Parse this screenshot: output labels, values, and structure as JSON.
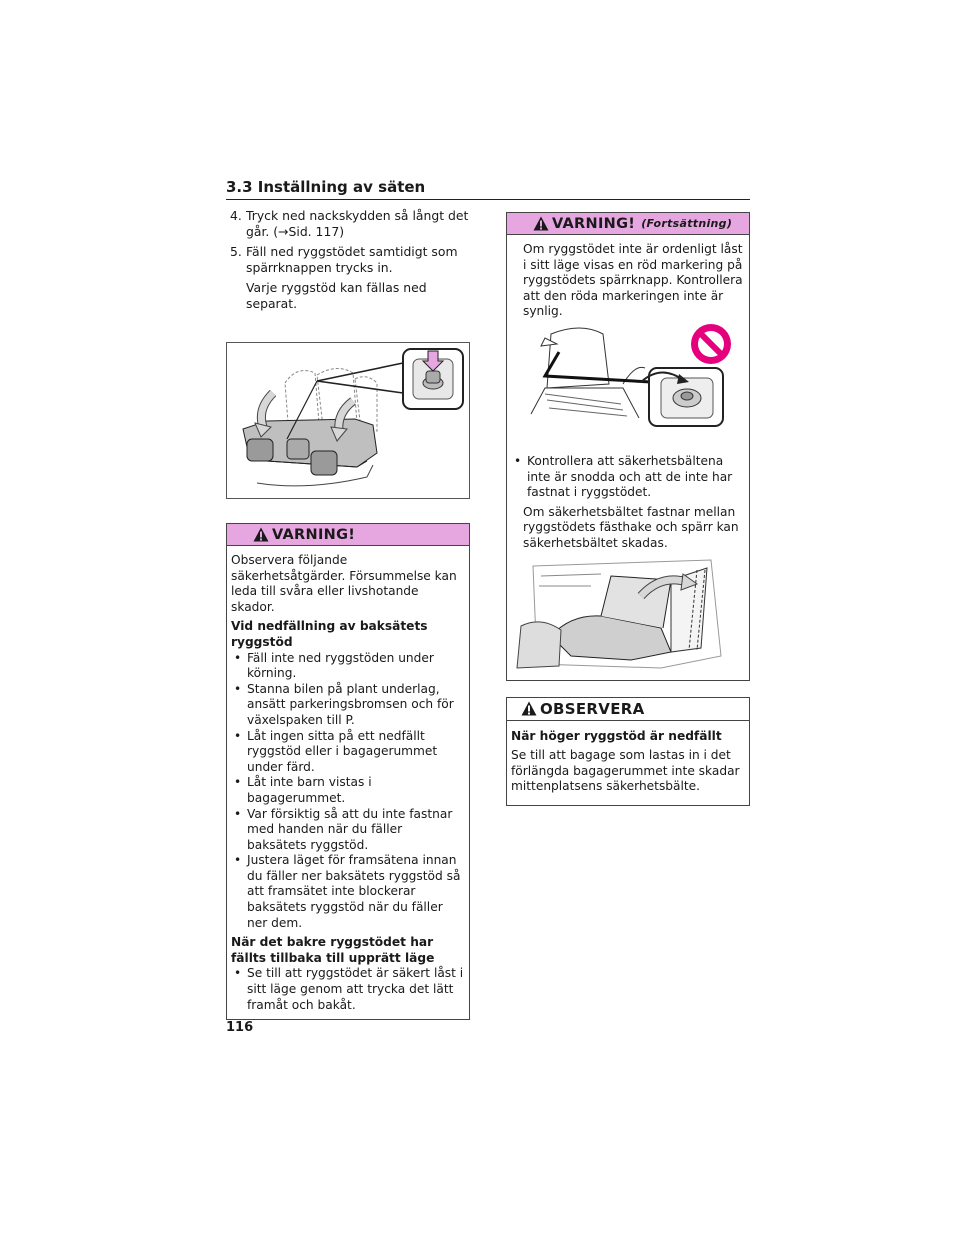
{
  "section": {
    "title": "3.3 Inställning av säten"
  },
  "steps": [
    {
      "num": "4.",
      "text": "Tryck ned nackskydden så långt det går. (→Sid. 117)"
    },
    {
      "num": "5.",
      "text": "Fäll ned ryggstödet samtidigt som spärrknappen trycks in.",
      "note": "Varje ryggstöd kan fällas ned separat."
    }
  ],
  "warning": {
    "title": "VARNING!",
    "intro": "Observera följande säkerhetsåtgärder. Försummelse kan leda till svåra eller livshotande skador.",
    "subhead1": "Vid nedfällning av baksätets ryggstöd",
    "bullets1": [
      "Fäll inte ned ryggstöden under körning.",
      "Stanna bilen på plant underlag, ansätt parkeringsbromsen och för växelspaken till P.",
      "Låt ingen sitta på ett nedfällt ryggstöd eller i bagagerummet under färd.",
      "Låt inte barn vistas i bagagerummet.",
      "Var försiktig så att du inte fastnar med handen när du fäller baksätets ryggstöd.",
      "Justera läget för framsätena innan du fäller ner baksätets ryggstöd så att framsätet inte blockerar baksätets ryggstöd när du fäller ner dem."
    ],
    "subhead2": "När det bakre ryggstödet har fällts tillbaka till upprätt läge",
    "bullets2": [
      "Se till att ryggstödet är säkert låst i sitt läge genom att trycka det lätt framåt och bakåt."
    ]
  },
  "warning_cont": {
    "title": "VARNING!",
    "suffix": "(Fortsättning)",
    "para1": "Om ryggstödet inte är ordenligt låst i sitt läge visas en röd markering på ryggstödets spärrknapp. Kontrollera att den röda markeringen inte är synlig.",
    "bullet": "Kontrollera att säkerhetsbältena inte är snodda och att de inte har fastnat i ryggstödet.",
    "para2": "Om säkerhetsbältet fastnar mellan ryggstödets fästhake och spärr kan säkerhetsbältet skadas."
  },
  "notice": {
    "title": "OBSERVERA",
    "subhead": "När höger ryggstöd är nedfällt",
    "text": "Se till att bagage som lastas in i det förlängda bagagerummet inte skadar mittenplatsens säkerhetsbälte."
  },
  "page_number": "116",
  "colors": {
    "warning_header": "#e6a7e1",
    "prohibit_red": "#e5007e"
  }
}
